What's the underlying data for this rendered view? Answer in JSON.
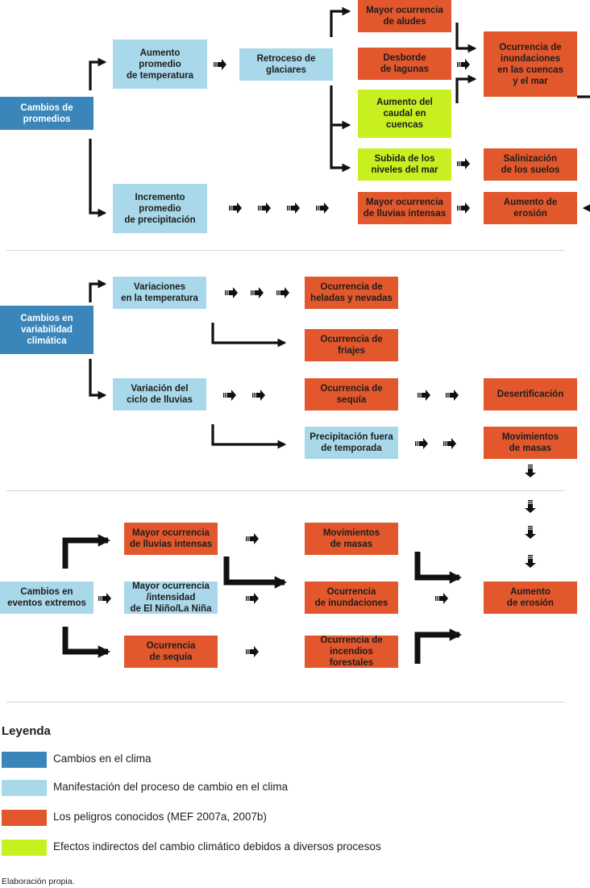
{
  "colors": {
    "cambios_clima": "#3a86ba",
    "manifestacion": "#a9d8ea",
    "peligros": "#e2572c",
    "efectos_indirectos": "#c8f020",
    "arrow": "#111111"
  },
  "sections": {
    "promedios": {
      "root": "Cambios de\npromedios",
      "aumento_temp": "Aumento\npromedio\nde temperatura",
      "retroceso": "Retroceso de\nglaciares",
      "aludes": "Mayor ocurrencia\nde aludes",
      "lagunas": "Desborde\nde lagunas",
      "caudal": "Aumento del\ncaudal en\ncuencas",
      "nivel_mar": "Subida de los\nniveles del mar",
      "inundaciones": "Ocurrencia de\ninundaciones\nen las cuencas\ny el mar",
      "salinizacion": "Salinización\nde los suelos",
      "incremento_precip": "Incremento\npromedio\nde precipitación",
      "lluvias": "Mayor ocurrencia\nde lluvias intensas",
      "erosion": "Aumento de\nerosión"
    },
    "variabilidad": {
      "root": "Cambios en\nvariabilidad\nclimática",
      "var_temp": "Variaciones\nen la temperatura",
      "heladas": "Ocurrencia de\nheladas y nevadas",
      "friajes": "Ocurrencia de\nfriajes",
      "var_lluvias": "Variación del\nciclo de lluvias",
      "sequia": "Ocurrencia de\nsequía",
      "desertificacion": "Desertificación",
      "precip_fuera": "Precipitación fuera\nde temporada",
      "movimientos": "Movimientos\nde masas"
    },
    "extremos": {
      "root": "Cambios en\neventos extremos",
      "lluvias": "Mayor ocurrencia\nde lluvias intensas",
      "nino": "Mayor ocurrencia\n/intensidad\nde El Niño/La Niña",
      "sequia": "Ocurrencia\nde sequía",
      "movimientos": "Movimientos\nde masas",
      "inundaciones": "Ocurrencia\nde inundaciones",
      "incendios": "Ocurrencia de\nincendios forestales",
      "erosion": "Aumento\nde erosión"
    }
  },
  "legend": {
    "title": "Leyenda",
    "items": [
      {
        "label": "Cambios en el clima",
        "color": "#3a86ba"
      },
      {
        "label": "Manifestación del proceso de cambio en el clima",
        "color": "#a9d8ea"
      },
      {
        "label": "Los peligros conocidos (MEF 2007a, 2007b)",
        "color": "#e2572c"
      },
      {
        "label": "Efectos indirectos del cambio climático debidos a diversos procesos",
        "color": "#c8f020"
      }
    ]
  },
  "credit": "Elaboración propia."
}
